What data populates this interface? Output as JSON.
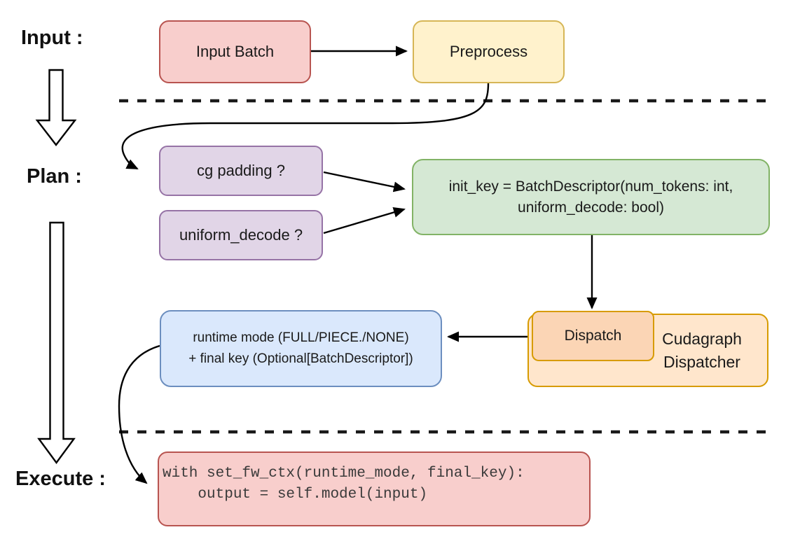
{
  "diagram_title": "cudagraph dispatch flow",
  "stage_labels": {
    "input": "Input :",
    "plan": "Plan :",
    "execute": "Execute :"
  },
  "nodes": {
    "input_batch": {
      "label": "Input Batch",
      "fill": "#f8cecc",
      "border": "#b85450"
    },
    "preprocess": {
      "label": "Preprocess",
      "fill": "#fff2cc",
      "border": "#d6b656"
    },
    "cg_padding": {
      "label": "cg padding ?",
      "fill": "#e1d5e7",
      "border": "#9673a6"
    },
    "uniform_decode": {
      "label": "uniform_decode ?",
      "fill": "#e1d5e7",
      "border": "#9673a6"
    },
    "init_key": {
      "label_line1": "init_key = BatchDescriptor(num_tokens: int,",
      "label_line2": "uniform_decode: bool)",
      "fill": "#d5e8d4",
      "border": "#82b366"
    },
    "runtime_mode": {
      "label_line1": "runtime mode (FULL/PIECE./NONE)",
      "label_line2": "+ final key (Optional[BatchDescriptor])",
      "fill": "#dae8fc",
      "border": "#6c8ebf"
    },
    "dispatch": {
      "label": "Dispatch",
      "fill": "#fbd5b5",
      "border": "#d79b00"
    },
    "cudagraph_dispatcher": {
      "label": "Cudagraph Dispatcher",
      "fill": "#ffe6cc",
      "border": "#d79b00"
    },
    "execute_code": {
      "code_line1": "with set_fw_ctx(runtime_mode, final_key):",
      "code_line2": "    output = self.model(input)",
      "fill": "#f8cecc",
      "border": "#b85450"
    }
  },
  "edges": [
    {
      "from": "input_batch",
      "to": "preprocess"
    },
    {
      "from": "preprocess",
      "to": "cg_padding"
    },
    {
      "from": "cg_padding",
      "to": "init_key"
    },
    {
      "from": "uniform_decode",
      "to": "init_key"
    },
    {
      "from": "init_key",
      "to": "dispatch"
    },
    {
      "from": "dispatch",
      "to": "runtime_mode"
    },
    {
      "from": "runtime_mode",
      "to": "execute_code"
    },
    {
      "from": "stage_input",
      "to": "stage_plan"
    },
    {
      "from": "stage_plan",
      "to": "stage_execute"
    }
  ],
  "colors": {
    "edge_stroke": "#000000",
    "divider_stroke": "#1a1a1a",
    "stage_label_text": "#111111",
    "node_text": "#1a1a1a",
    "code_text": "#3a3a3a",
    "background": "#ffffff"
  }
}
